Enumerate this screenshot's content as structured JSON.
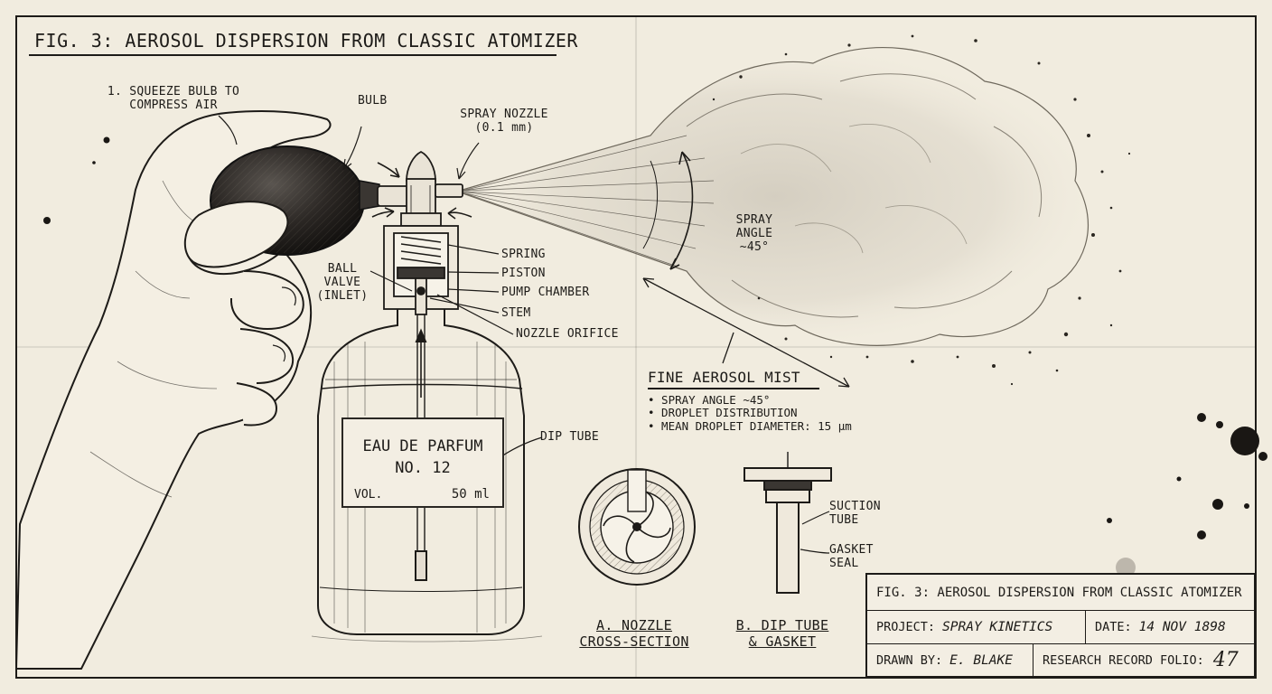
{
  "figure": {
    "title": "FIG. 3: AEROSOL DISPERSION FROM CLASSIC ATOMIZER"
  },
  "callouts": {
    "squeeze_1": "1. SQUEEZE BULB TO",
    "squeeze_2": "COMPRESS AIR",
    "bulb": "BULB",
    "nozzle_1": "SPRAY NOZZLE",
    "nozzle_2": "(0.1 mm)",
    "spring": "SPRING",
    "piston": "PISTON",
    "pump_chamber": "PUMP CHAMBER",
    "stem": "STEM",
    "nozzle_orifice": "NOZZLE ORIFICE",
    "ball_valve_1": "BALL",
    "ball_valve_2": "VALVE",
    "ball_valve_3": "(INLET)",
    "spray_angle_1": "SPRAY",
    "spray_angle_2": "ANGLE",
    "spray_angle_3": "~45°",
    "dip_tube": "DIP TUBE",
    "suction_1": "SUCTION",
    "suction_2": "TUBE",
    "gasket_1": "GASKET",
    "gasket_2": "SEAL"
  },
  "bottle_label": {
    "line1": "EAU DE PARFUM",
    "line2": "NO. 12",
    "vol_label": "VOL.",
    "vol_value": "50 ml"
  },
  "mist": {
    "title": "FINE AEROSOL MIST",
    "items": [
      "• SPRAY ANGLE ~45°",
      "• DROPLET DISTRIBUTION",
      "• MEAN DROPLET DIAMETER: 15 µm"
    ]
  },
  "insets": {
    "a_1": "A.  NOZZLE",
    "a_2": "CROSS-SECTION",
    "b_1": "B. DIP TUBE",
    "b_2": "& GASKET"
  },
  "title_block": {
    "title": "FIG. 3: AEROSOL DISPERSION FROM CLASSIC ATOMIZER",
    "project_label": "PROJECT:",
    "project_value": "SPRAY KINETICS",
    "date_label": "DATE:",
    "date_value": "14 NOV 1898",
    "drawn_label": "DRAWN BY:",
    "drawn_value": "E. BLAKE",
    "folio_label": "RESEARCH RECORD FOLIO:",
    "folio_value": "47"
  },
  "colors": {
    "paper": "#f1ecdf",
    "ink": "#1d1b18",
    "bulb": "#2b2724"
  }
}
